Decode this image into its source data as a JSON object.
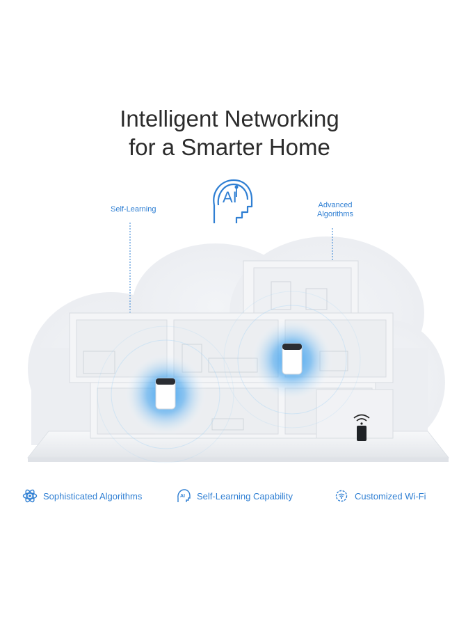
{
  "headline": {
    "line1": "Intelligent Networking",
    "line2": "for a Smarter Home"
  },
  "callouts": {
    "left": "Self-Learning",
    "right_line1": "Advanced",
    "right_line2": "Algorithms"
  },
  "ai_badge": {
    "text": "AI",
    "icon": "ai-head-icon"
  },
  "features": [
    {
      "label": "Sophisticated Algorithms",
      "icon": "atom-icon"
    },
    {
      "label": "Self-Learning Capability",
      "icon": "ai-head-icon"
    },
    {
      "label": "Customized Wi-Fi",
      "icon": "gear-wifi-icon"
    }
  ],
  "colors": {
    "accent": "#2f7fd3",
    "text": "#2b2b2b",
    "glow": "#3aa0ef"
  }
}
